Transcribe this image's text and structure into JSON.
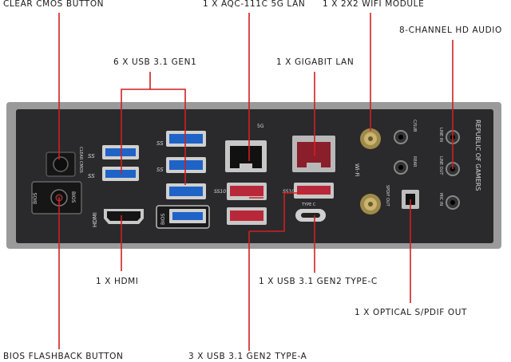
{
  "callouts": {
    "clear_cmos": "CLEAR CMOS BUTTON",
    "lan_5g": "1 X AQC-111C 5G LAN",
    "wifi": "1 X 2X2 WIFI MODULE",
    "hd_audio": "8-CHANNEL HD AUDIO",
    "usb31_gen1": "6 X USB 3.1 GEN1",
    "gigabit_lan": "1 X GIGABIT LAN",
    "hdmi": "1 X HDMI",
    "usb_type_c": "1 X USB 3.1 GEN2 TYPE-C",
    "optical": "1 X OPTICAL S/PDIF OUT",
    "bios_flashback": "BIOS FLASHBACK BUTTON",
    "usb_type_a": "3 X USB 3.1 GEN2 TYPE-A"
  },
  "silkscreen": {
    "clear_cmos": "CLEAR CMOS",
    "bios": "BIOS",
    "hdmi": "HDMI",
    "five_g": "5G",
    "wifi": "Wi-Fi",
    "type_c": "TYPE C",
    "c_sub": "C/SUB",
    "rear": "REAR",
    "spdif_out": "SPDIF OUT",
    "line_in": "LINE IN",
    "line_out": "LINE OUT",
    "mic_in": "MIC IN",
    "brand": "REPUBLIC OF GAMERS",
    "ss": "SS",
    "ss10": "SS10"
  },
  "colors": {
    "callout_line": "#d21f1f",
    "panel": "#2a2a2c",
    "usb_gen1": "#1f63c7",
    "usb_gen2": "#b8283a",
    "lan_red": "#8a1e2a"
  }
}
